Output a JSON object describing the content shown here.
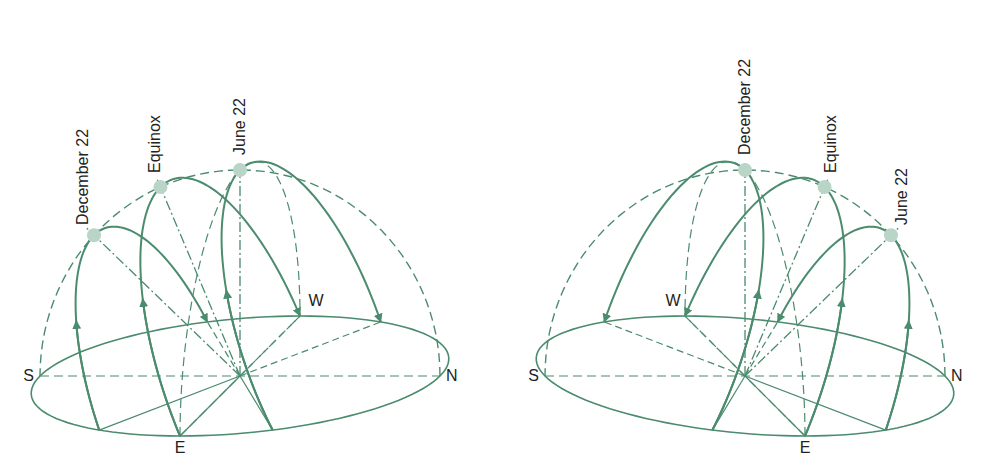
{
  "diagram": {
    "labels": [
      "December 22",
      "Equinox",
      "June 22",
      "W",
      "S",
      "N",
      "E",
      "December 22",
      "Equinox",
      "June 22",
      "W",
      "S",
      "N",
      "E"
    ]
  }
}
